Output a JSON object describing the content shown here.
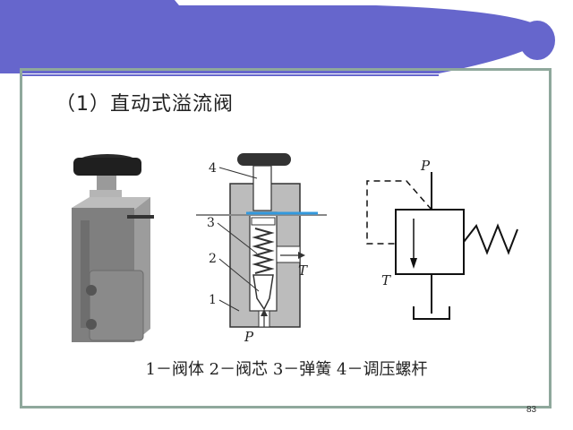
{
  "slide": {
    "heading": "（1）直动式溢流阀",
    "caption": "1－阀体 2－阀芯 3－弹簧 4－调压螺杆",
    "page_number": "83"
  },
  "cross_section": {
    "part_labels": [
      "4",
      "3",
      "2",
      "1"
    ],
    "port_tank": "T",
    "port_pressure": "P"
  },
  "symbol": {
    "port_pressure": "P",
    "port_tank": "T"
  },
  "colors": {
    "banner": "#6666cc",
    "frame": "#8fa89c",
    "highlight": "#3399dd"
  }
}
